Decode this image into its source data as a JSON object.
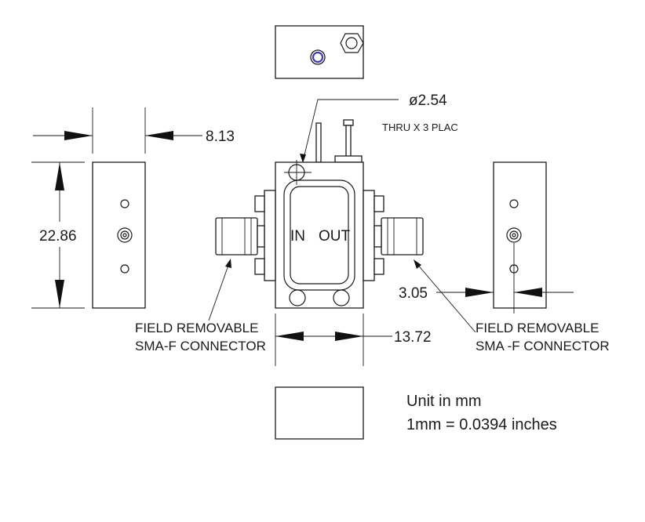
{
  "dimensions": {
    "hole_diameter": "ø2.54",
    "hole_note": "THRU   X 3 PLAC",
    "side_depth": "8.13",
    "height": "22.86",
    "width": "13.72",
    "connector_offset": "3.05"
  },
  "labels": {
    "port_in": "IN",
    "port_out": "OUT",
    "left_connector_line1": "FIELD REMOVABLE",
    "left_connector_line2": "SMA-F CONNECTOR",
    "right_connector_line1": "FIELD REMOVABLE",
    "right_connector_line2": "SMA -F CONNECTOR"
  },
  "units": {
    "line1": "Unit in mm",
    "line2": "1mm = 0.0394 inches"
  },
  "colors": {
    "ink": "#1a1a1a",
    "hole_accent": "#3c3cb4"
  }
}
